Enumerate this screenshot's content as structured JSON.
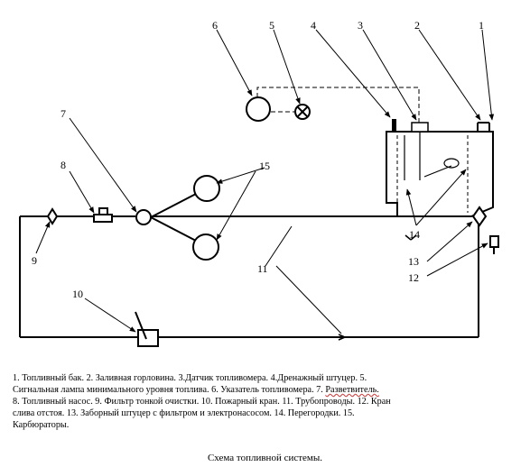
{
  "callouts": {
    "n1": "1",
    "n2": "2",
    "n3": "3",
    "n4": "4",
    "n5": "5",
    "n6": "6",
    "n7": "7",
    "n8": "8",
    "n9": "9",
    "n10": "10",
    "n11": "11",
    "n12": "12",
    "n13": "13",
    "n14": "14",
    "n15": "15"
  },
  "legend": {
    "line1": "1. Топливный бак. 2. Заливная горловина. 3.Датчик топливомера. 4.Дренажный штуцер. 5.",
    "line2": "Сигнальная лампа минимального уровня топлива.  6. Указатель топливомера.  7.",
    "line2_tail": "Разветвитель.",
    "line3": "8. Топливный насос. 9. Фильтр тонкой очистки. 10. Пожарный кран. 11. Трубопроводы. 12. Кран",
    "line4": "слива отстоя. 13. Заборный штуцер с фильтром и электронасосом. 14. Перегородки. 15.",
    "line5": "Карбюраторы."
  },
  "caption": "Схема топливной системы."
}
